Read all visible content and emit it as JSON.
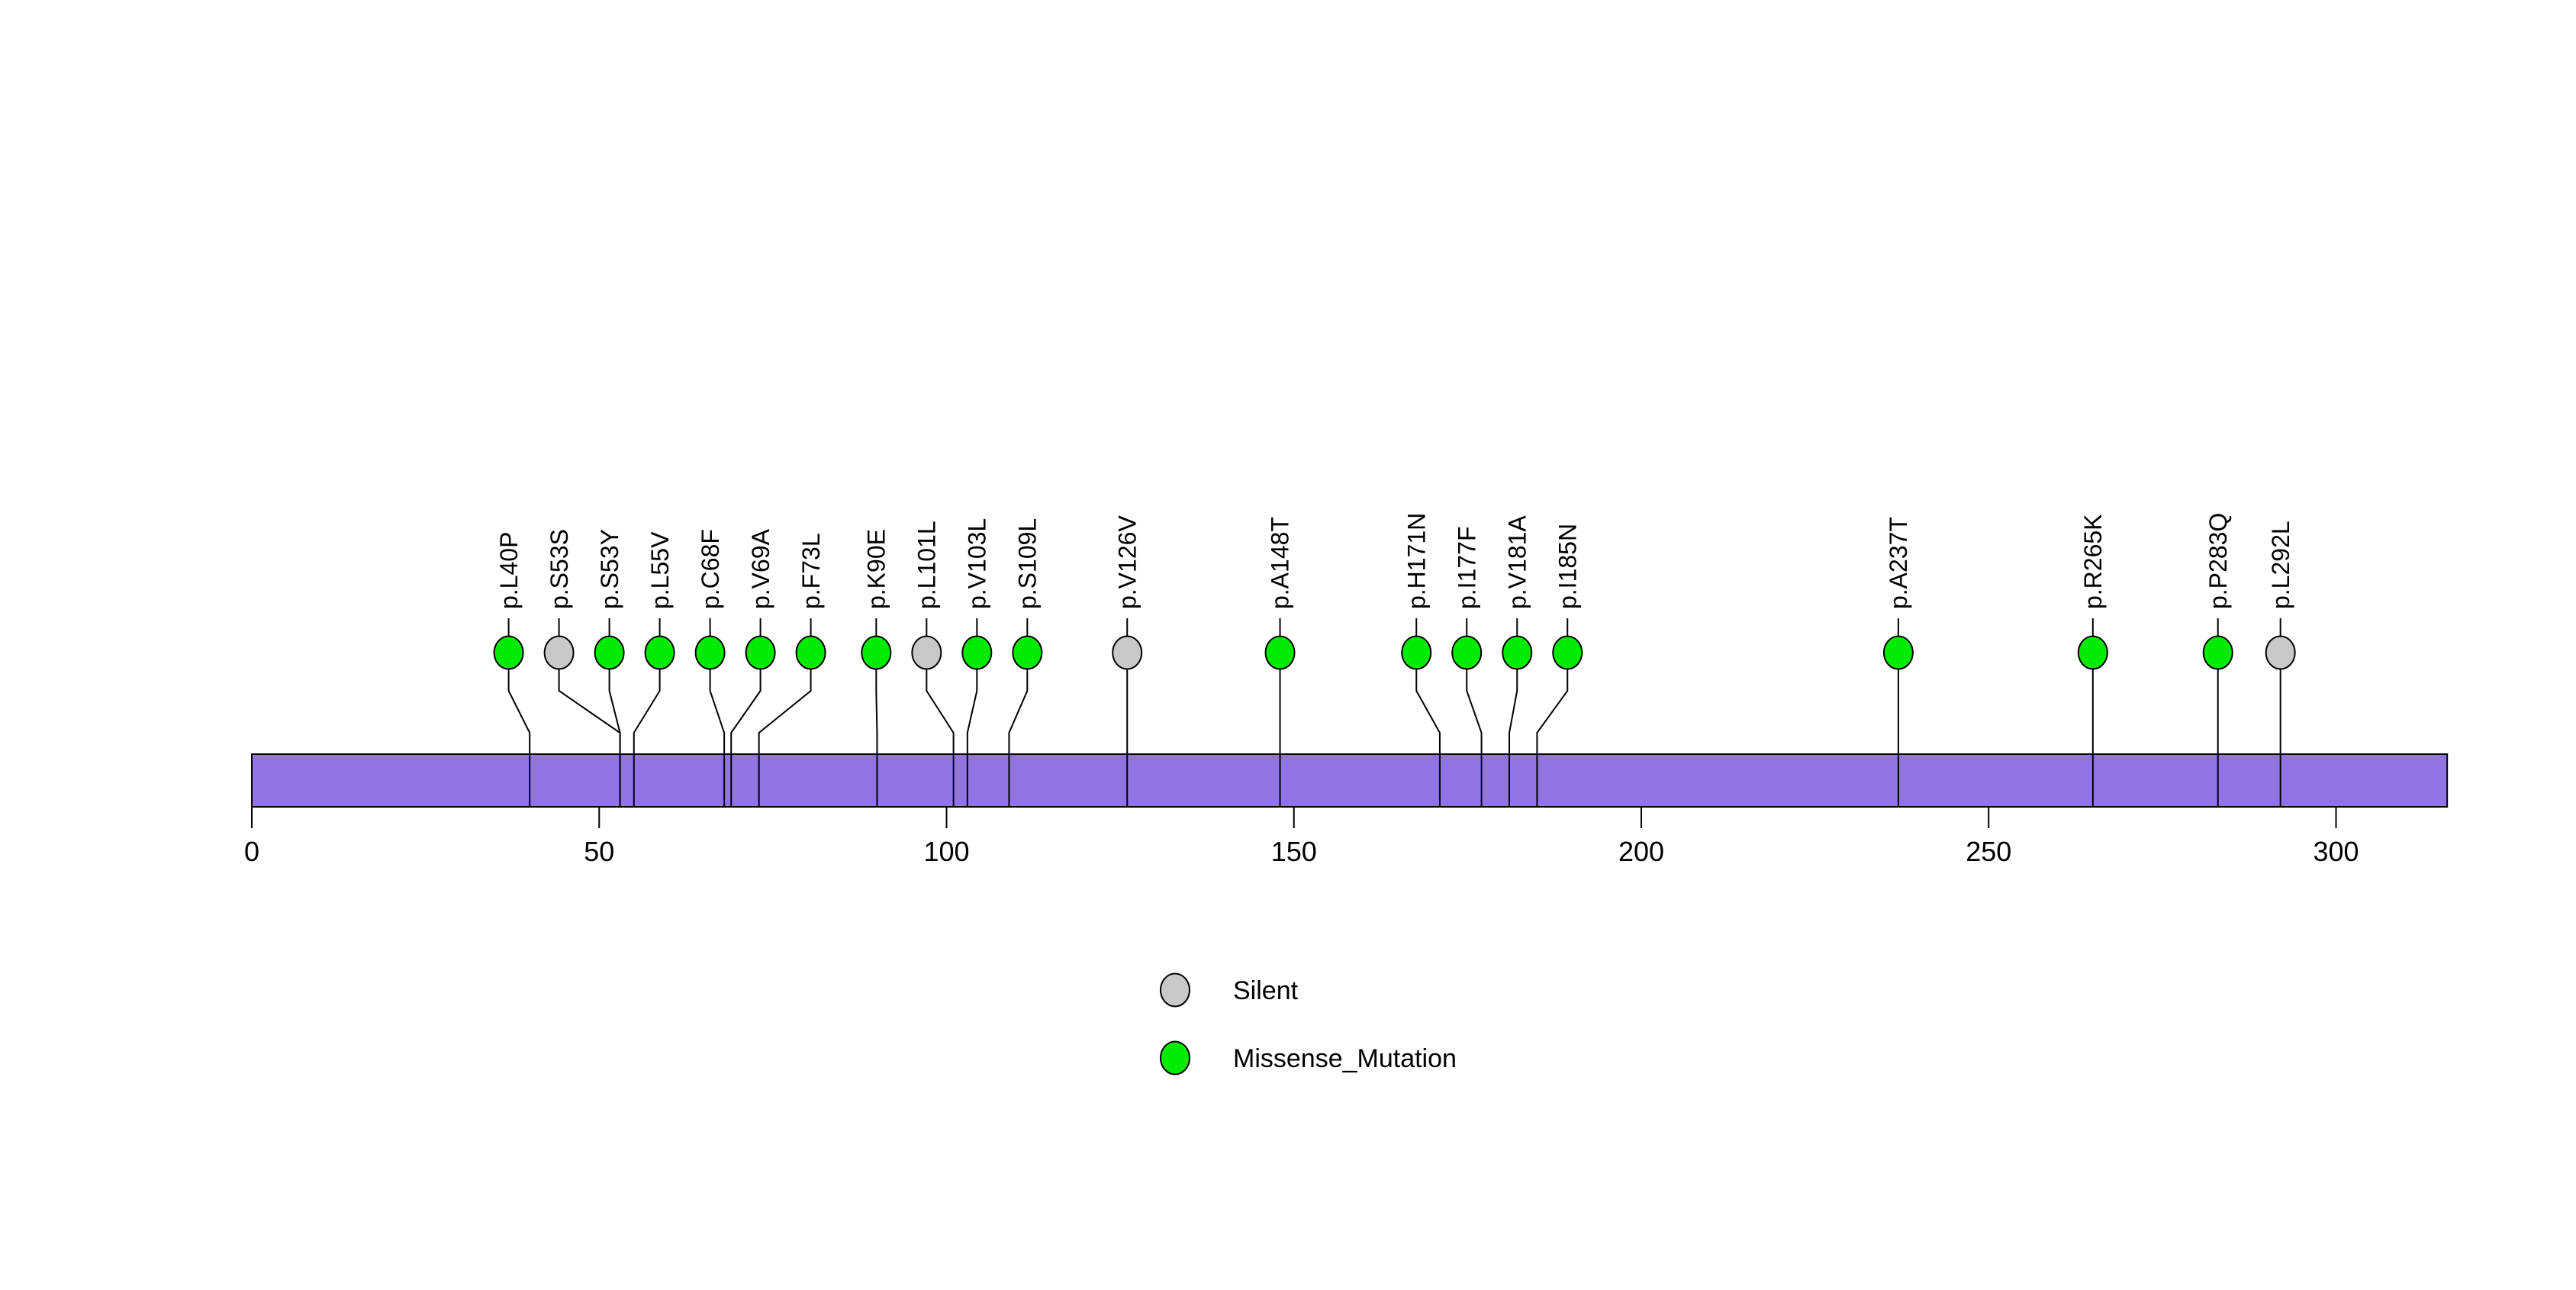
{
  "chart_data": {
    "type": "lollipop",
    "title": "",
    "xlabel": "",
    "ylabel": "",
    "protein_length": 316,
    "axis_range": [
      0,
      316
    ],
    "xaxis_ticks": [
      0,
      50,
      100,
      150,
      200,
      250,
      300
    ],
    "grid": false,
    "legend_position": "bottom-center",
    "colors": {
      "background": "#FFFFFF",
      "domain_bar": "#9174E2",
      "stroke": "#000000",
      "Silent": "#C8C8C8",
      "Missense_Mutation": "#00EB00"
    },
    "legend": [
      {
        "label": "Silent",
        "type": "Silent",
        "color": "#C8C8C8"
      },
      {
        "label": "Missense_Mutation",
        "type": "Missense_Mutation",
        "color": "#00EB00"
      }
    ],
    "mutations": [
      {
        "label": "p.L40P",
        "position": 40,
        "type": "Missense_Mutation"
      },
      {
        "label": "p.S53S",
        "position": 53,
        "type": "Silent"
      },
      {
        "label": "p.S53Y",
        "position": 53,
        "type": "Missense_Mutation"
      },
      {
        "label": "p.L55V",
        "position": 55,
        "type": "Missense_Mutation"
      },
      {
        "label": "p.C68F",
        "position": 68,
        "type": "Missense_Mutation"
      },
      {
        "label": "p.V69A",
        "position": 69,
        "type": "Missense_Mutation"
      },
      {
        "label": "p.F73L",
        "position": 73,
        "type": "Missense_Mutation"
      },
      {
        "label": "p.K90E",
        "position": 90,
        "type": "Missense_Mutation"
      },
      {
        "label": "p.L101L",
        "position": 101,
        "type": "Silent"
      },
      {
        "label": "p.V103L",
        "position": 103,
        "type": "Missense_Mutation"
      },
      {
        "label": "p.S109L",
        "position": 109,
        "type": "Missense_Mutation"
      },
      {
        "label": "p.V126V",
        "position": 126,
        "type": "Silent"
      },
      {
        "label": "p.A148T",
        "position": 148,
        "type": "Missense_Mutation"
      },
      {
        "label": "p.H171N",
        "position": 171,
        "type": "Missense_Mutation"
      },
      {
        "label": "p.I177F",
        "position": 177,
        "type": "Missense_Mutation"
      },
      {
        "label": "p.V181A",
        "position": 181,
        "type": "Missense_Mutation"
      },
      {
        "label": "p.I185N",
        "position": 185,
        "type": "Missense_Mutation"
      },
      {
        "label": "p.A237T",
        "position": 237,
        "type": "Missense_Mutation"
      },
      {
        "label": "p.R265K",
        "position": 265,
        "type": "Missense_Mutation"
      },
      {
        "label": "p.P283Q",
        "position": 283,
        "type": "Missense_Mutation"
      },
      {
        "label": "p.L292L",
        "position": 292,
        "type": "Silent"
      }
    ]
  }
}
